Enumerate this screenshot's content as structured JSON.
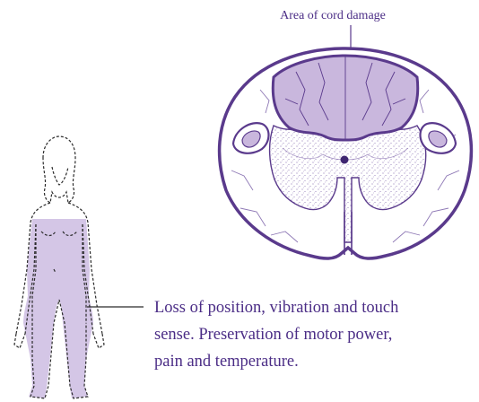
{
  "diagram": {
    "cord_label": "Area of cord damage",
    "caption_lines": [
      "Loss of position, vibration and touch",
      "sense. Preservation of motor power,",
      "pain and temperature."
    ],
    "colors": {
      "outline": "#5a3a8c",
      "damage_fill": "#c9b7dd",
      "body_fill": "#d4c6e6",
      "text": "#4b2d86",
      "stipple": "#6d4e9e"
    }
  }
}
